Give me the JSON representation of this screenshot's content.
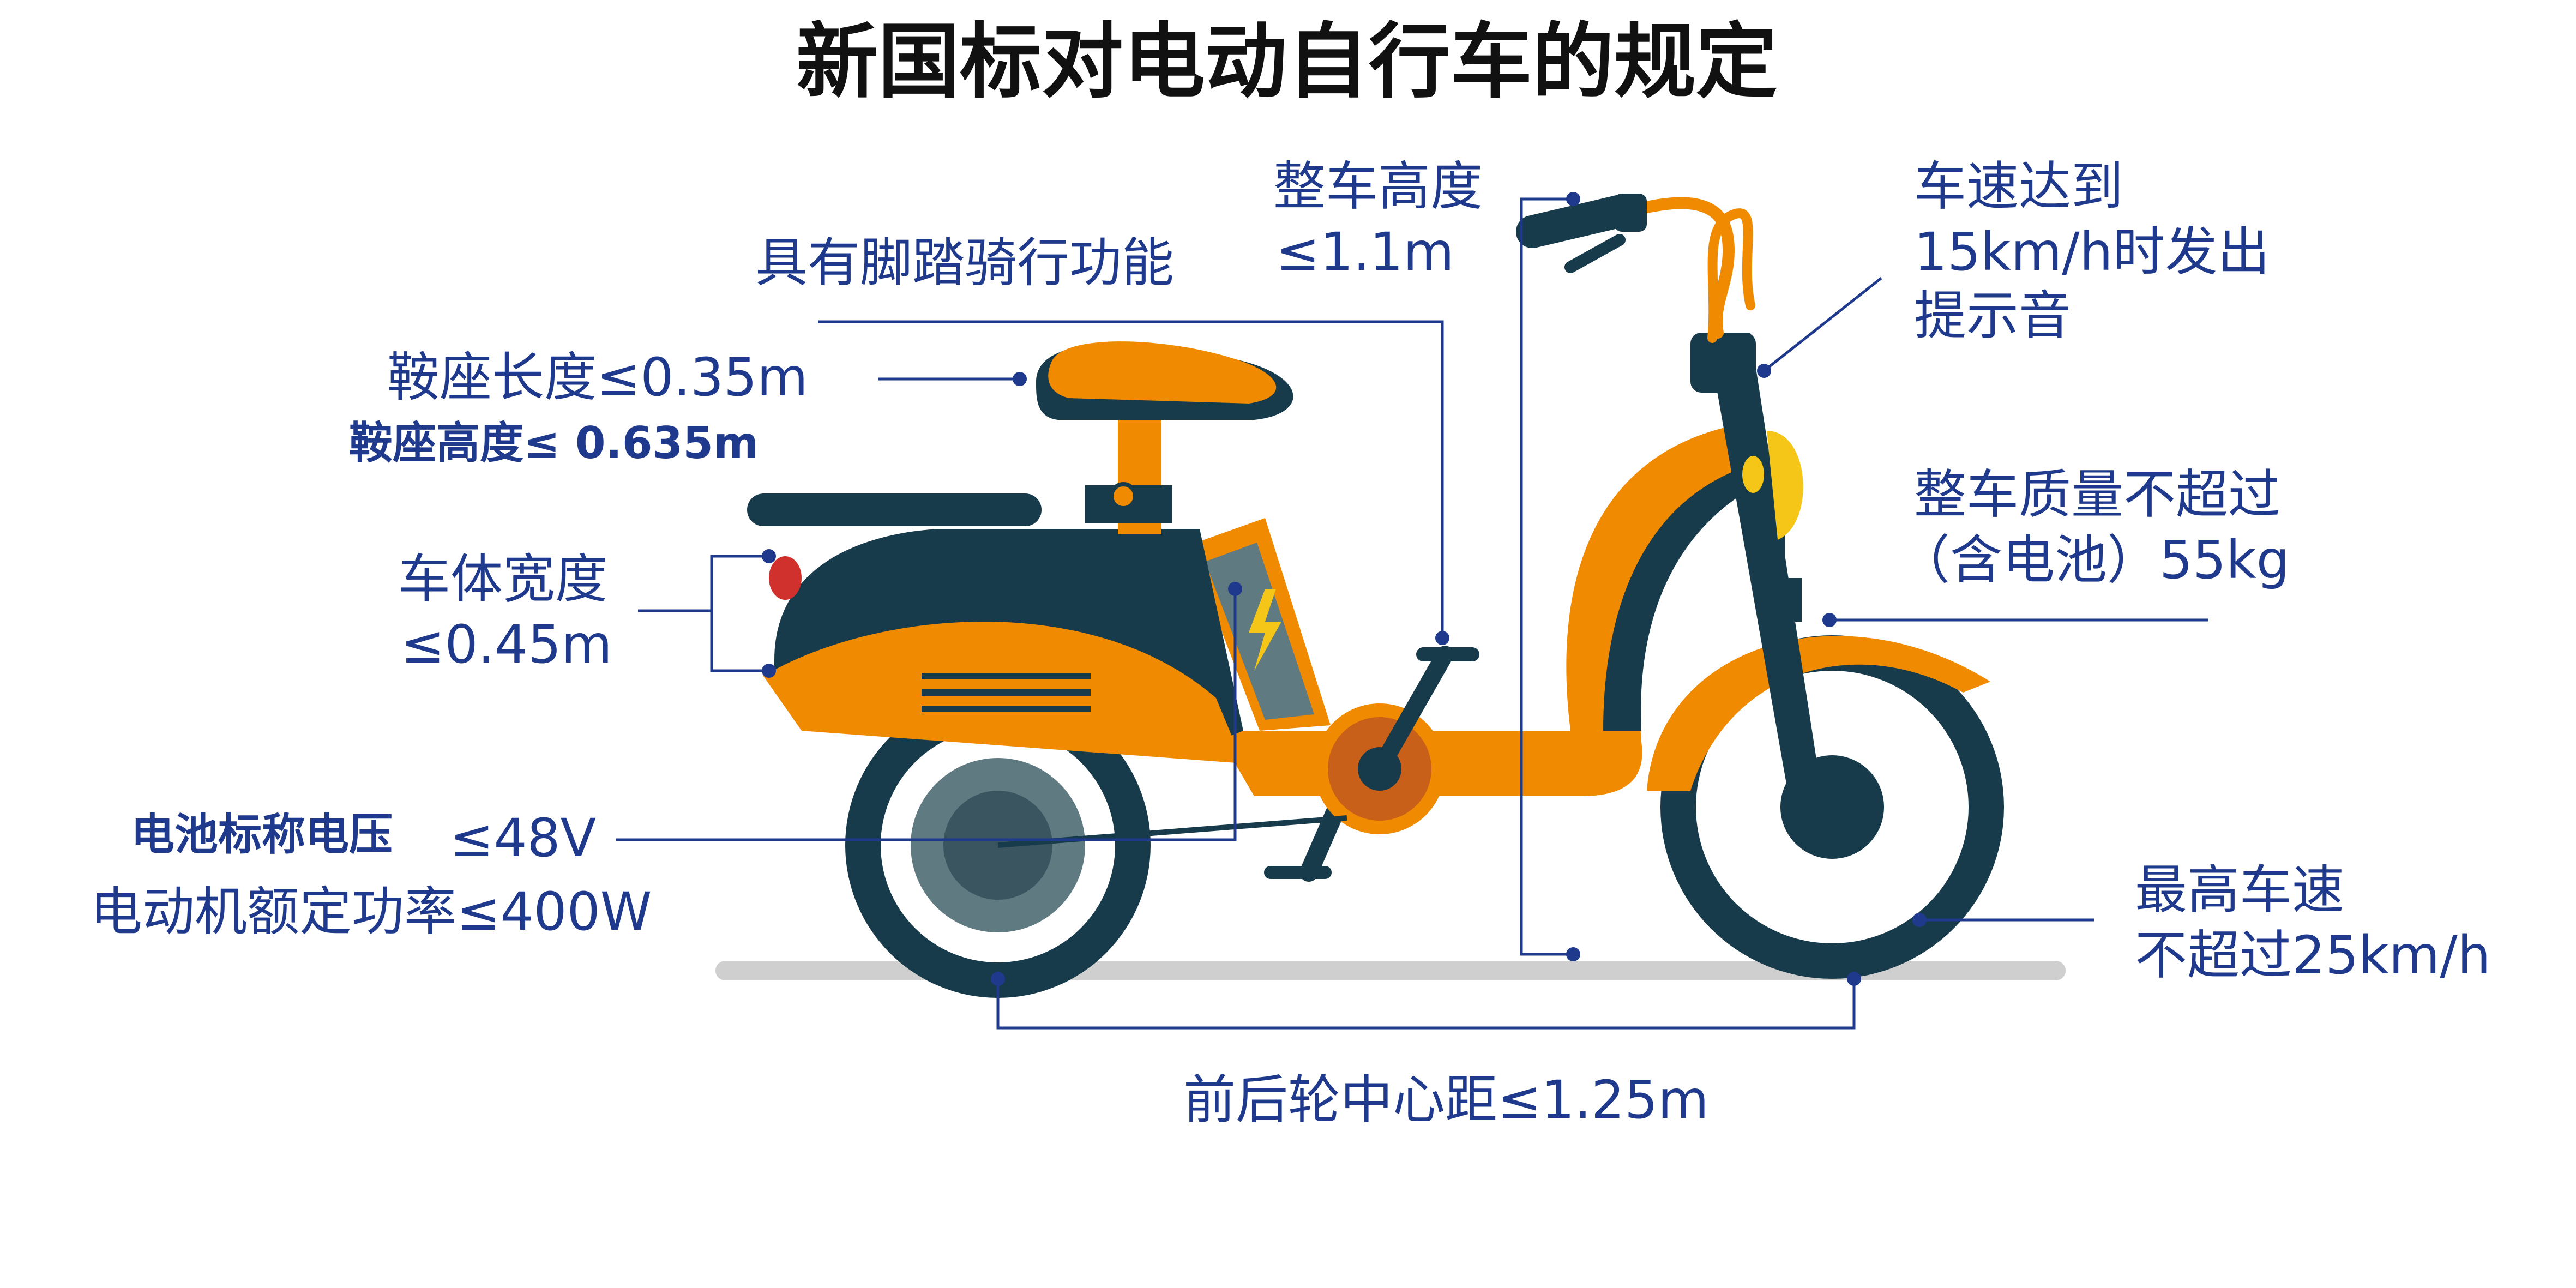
{
  "title": "新国标对电动自行车的规定",
  "labels": {
    "pedal": "具有脚踏骑行功能",
    "height_title": "整车高度",
    "height_value": "≤1.1m",
    "speed_alert_1": "车速达到",
    "speed_alert_2": "15km/h时发出",
    "speed_alert_3": "提示音",
    "seat_length": "鞍座长度≤0.35m",
    "seat_height": "鞍座高度≤ 0.635m",
    "width_title": "车体宽度",
    "width_value": "≤0.45m",
    "mass_1": "整车质量不超过",
    "mass_2": "（含电池）55kg",
    "voltage_name": "电池标称电压",
    "voltage_value": "≤48V",
    "motor_power": "电动机额定功率≤400W",
    "max_speed_1": "最高车速",
    "max_speed_2": "不超过25km/h",
    "wheelbase": "前后轮中心距≤1.25m"
  },
  "colors": {
    "navy": "#173b4b",
    "orange": "#f08a00",
    "label_blue": "#1f3a8c",
    "battery_gray": "#5f7a80",
    "ground_gray": "#cfcfcf",
    "tail_light_red": "#d0312d",
    "headlight_yellow": "#f5c518"
  }
}
